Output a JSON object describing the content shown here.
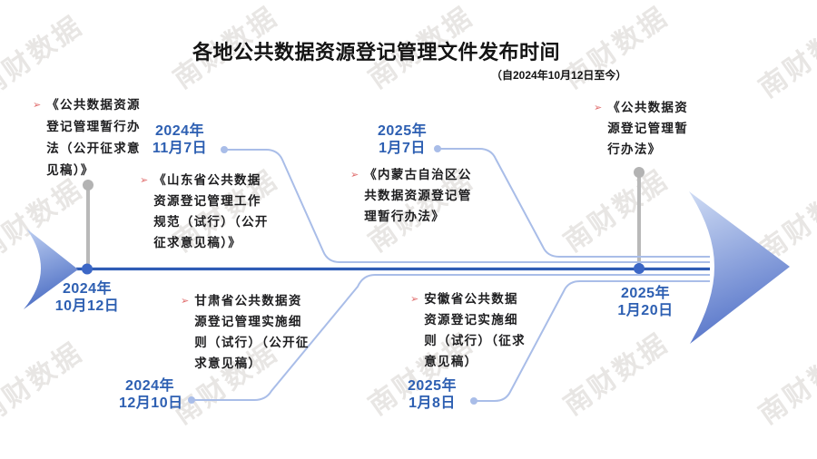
{
  "title": "各地公共数据资源登记管理文件发布时间",
  "subtitle": "（自2024年10月12日至今）",
  "watermark_text": "南财数据",
  "colors": {
    "date_blue": "#2d5fb2",
    "timeline_blue": "#2f5cb5",
    "connector_light_blue": "#a9bde8",
    "arrow_gradient_light": "#ccd9f3",
    "arrow_gradient_dark": "#5372c8",
    "stem_gray": "#b3b3b3",
    "bullet_red": "#e06c6c",
    "text_dark": "#1d1d1f"
  },
  "events": [
    {
      "id": "national-draft",
      "date_line1": "2024年",
      "date_line2": "10月12日",
      "doc": "《公共数据资源登记管理暂行办法（公开征求意见稿）》"
    },
    {
      "id": "shandong",
      "date_line1": "2024年",
      "date_line2": "11月7日",
      "doc": "《山东省公共数据资源登记管理工作规范（试行）（公开征求意见稿）》"
    },
    {
      "id": "neimenggu",
      "date_line1": "2025年",
      "date_line2": "1月7日",
      "doc": "《内蒙古自治区公共数据资源登记管理暂行办法》"
    },
    {
      "id": "gansu",
      "date_line1": "2024年",
      "date_line2": "12月10日",
      "doc": "甘肃省公共数据资源登记管理实施细则（试行）（公开征求意见稿）"
    },
    {
      "id": "anhui",
      "date_line1": "2025年",
      "date_line2": "1月8日",
      "doc": "安徽省公共数据资源登记实施细则（试行）（征求意见稿）"
    },
    {
      "id": "national-final",
      "date_line1": "2025年",
      "date_line2": "1月20日",
      "doc": "《公共数据资源登记管理暂行办法》"
    }
  ]
}
